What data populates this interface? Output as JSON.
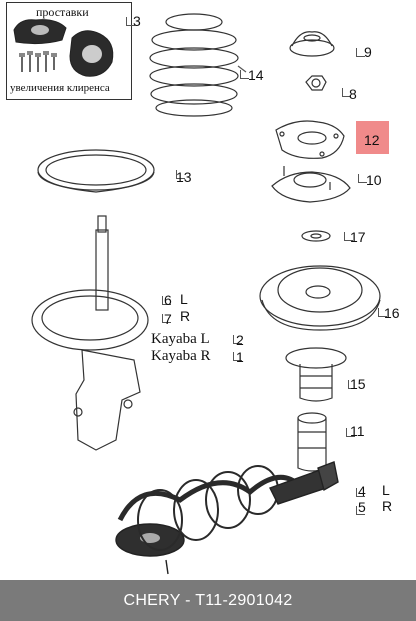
{
  "kit": {
    "title": "проставки",
    "caption": "увеличения клиренса"
  },
  "callouts": {
    "c3": "3",
    "c14": "14",
    "c9": "9",
    "c8": "8",
    "c12": "12",
    "c13": "13",
    "c10": "10",
    "c17": "17",
    "c6": "6",
    "c6_side": "L",
    "c7": "7",
    "c7_side": "R",
    "c16": "16",
    "c2_brand": "Kayaba L",
    "c2": "2",
    "c1_brand": "Kayaba R",
    "c1": "1",
    "c15": "15",
    "c11": "11",
    "c4": "4",
    "c4_side": "L",
    "c5": "5",
    "c5_side": "R"
  },
  "footer": {
    "text": "CHERY - T11-2901042"
  },
  "colors": {
    "highlight": "#f08a8a",
    "footer_bg": "#7a7a7a"
  }
}
